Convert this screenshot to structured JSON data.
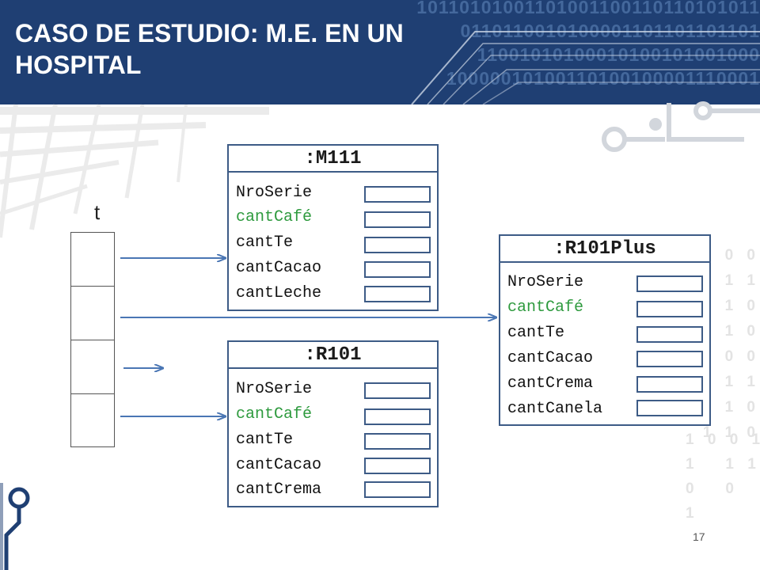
{
  "slide": {
    "title": "CASO DE ESTUDIO: M.E. EN UN HOSPITAL",
    "page_number": "17",
    "binary_banner": [
      "10110101001101001100110110101011",
      "0110110010100001101101101101",
      "11001010100010100101001000",
      "10000010100110100100001110001"
    ],
    "binary_side": "1 0 0\n0 1 1\n1 1 0\n1 1 0\n1 0 0\n0 1 1\n1 1 0\n1 1 0",
    "binary_side_2": "1 0 0 1\n1   1 1\n0   0\n1"
  },
  "array": {
    "label": "t",
    "cells": 4
  },
  "objects": {
    "m111": {
      "title": ":M111",
      "attributes": [
        "NroSerie",
        "cantCafé",
        "cantTe",
        "cantCacao",
        "cantLeche"
      ]
    },
    "r101": {
      "title": ":R101",
      "attributes": [
        "NroSerie",
        "cantCafé",
        "cantTe",
        "cantCacao",
        "cantCrema"
      ]
    },
    "r101plus": {
      "title": ":R101Plus",
      "attributes": [
        "NroSerie",
        "cantCafé",
        "cantTe",
        "cantCacao",
        "cantCrema",
        "cantCanela"
      ]
    }
  },
  "colors": {
    "banner": "#1f3f73",
    "box_border": "#3d5b86",
    "highlight_text": "#2e9a3e",
    "arrow": "#4a76b4"
  }
}
